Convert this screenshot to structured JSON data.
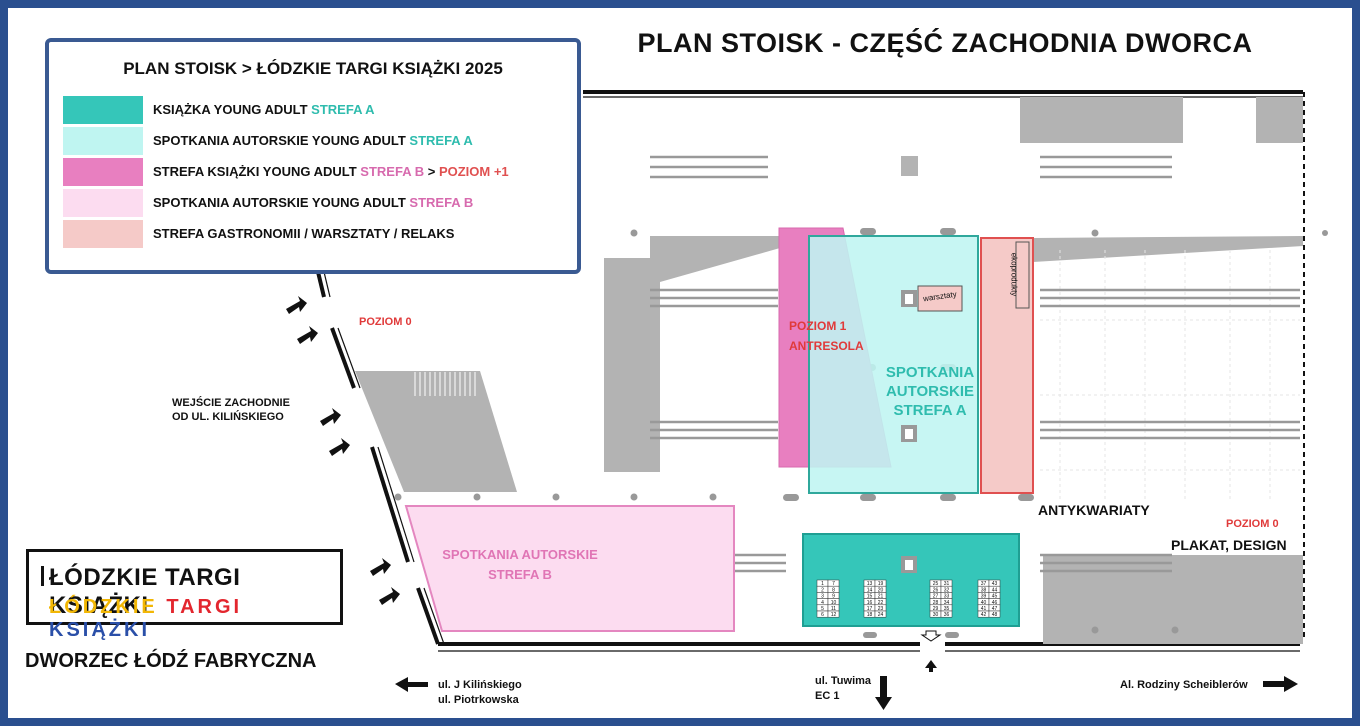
{
  "title": "PLAN STOISK - CZĘŚĆ ZACHODNIA DWORCA",
  "legend": {
    "title": "PLAN STOISK > ŁÓDZKIE TARGI KSIĄŻKI 2025",
    "items": [
      {
        "swatch_color": "#35c6b9",
        "text": "KSIĄŻKA YOUNG ADULT ",
        "highlight": "STREFA A",
        "highlight_color": "#2fbcae",
        "extra": ""
      },
      {
        "swatch_color": "#bff5f1",
        "text": "SPOTKANIA AUTORSKIE YOUNG ADULT ",
        "highlight": "STREFA A",
        "highlight_color": "#2fbcae",
        "extra": ""
      },
      {
        "swatch_color": "#e87fc0",
        "text": "STREFA KSIĄŻKI YOUNG ADULT ",
        "highlight": "STREFA B",
        "highlight_color": "#d76aae",
        "extra_sep": " > ",
        "extra": "POZIOM +1"
      },
      {
        "swatch_color": "#fcdcf0",
        "text": "SPOTKANIA AUTORSKIE YOUNG ADULT ",
        "highlight": "STREFA B",
        "highlight_color": "#d76aae",
        "extra": ""
      },
      {
        "swatch_color": "#f5cac8",
        "text": "STREFA GASTRONOMII  / WARSZTATY / RELAKS",
        "highlight": "",
        "highlight_color": "",
        "extra": ""
      }
    ]
  },
  "labels": {
    "poziom0_left": "POZIOM 0",
    "poziom0_right": "POZIOM 0",
    "poziom1_line1": "POZIOM 1",
    "poziom1_line2": "ANTRESOLA",
    "entrance_line1": "WEJŚCIE ZACHODNIE",
    "entrance_line2": "OD UL. KILIŃSKIEGO",
    "zone_a_line1": "SPOTKANIA",
    "zone_a_line2": "AUTORSKIE",
    "zone_a_line3": "STREFA A",
    "zone_b_line1": "SPOTKANIA AUTORSKIE",
    "zone_b_line2": "STREFA B",
    "antykwariaty": "ANTYKWARIATY",
    "plakat": "PLAKAT, DESIGN",
    "warsztaty": "warsztaty",
    "ekoprodukty": "ekoprodukty",
    "station": "DWORZEC ŁÓDŹ FABRYCZNA"
  },
  "logo": {
    "line1": "ŁÓDZKIE TARGI KSIĄŻKI",
    "line2_part1": "ŁÓDZKIE",
    "line2_part2": "TARGI",
    "line2_part3": "KSIĄŻKI",
    "color1": "#f2b705",
    "color2": "#e3262e",
    "color3": "#2a4fa8"
  },
  "streets": {
    "left_line1": "ul. J Kilińskiego",
    "left_line2": "ul. Piotrkowska",
    "center_line1": "ul. Tuwima",
    "center_line2": "EC 1",
    "right": "Al. Rodziny Scheiblerów"
  },
  "stands": {
    "group1": [
      [
        "1",
        "7"
      ],
      [
        "2",
        "8"
      ],
      [
        "3",
        "9"
      ],
      [
        "4",
        "10"
      ],
      [
        "5",
        "11"
      ],
      [
        "6",
        "12"
      ]
    ],
    "group2": [
      [
        "13",
        "19"
      ],
      [
        "14",
        "20"
      ],
      [
        "15",
        "21"
      ],
      [
        "16",
        "22"
      ],
      [
        "17",
        "23"
      ],
      [
        "18",
        "24"
      ]
    ],
    "group3": [
      [
        "25",
        "31"
      ],
      [
        "26",
        "32"
      ],
      [
        "27",
        "33"
      ],
      [
        "28",
        "34"
      ],
      [
        "29",
        "35"
      ],
      [
        "30",
        "36"
      ]
    ],
    "group4": [
      [
        "37",
        "43"
      ],
      [
        "38",
        "44"
      ],
      [
        "39",
        "45"
      ],
      [
        "40",
        "46"
      ],
      [
        "41",
        "47"
      ],
      [
        "42",
        "48"
      ]
    ]
  }
}
